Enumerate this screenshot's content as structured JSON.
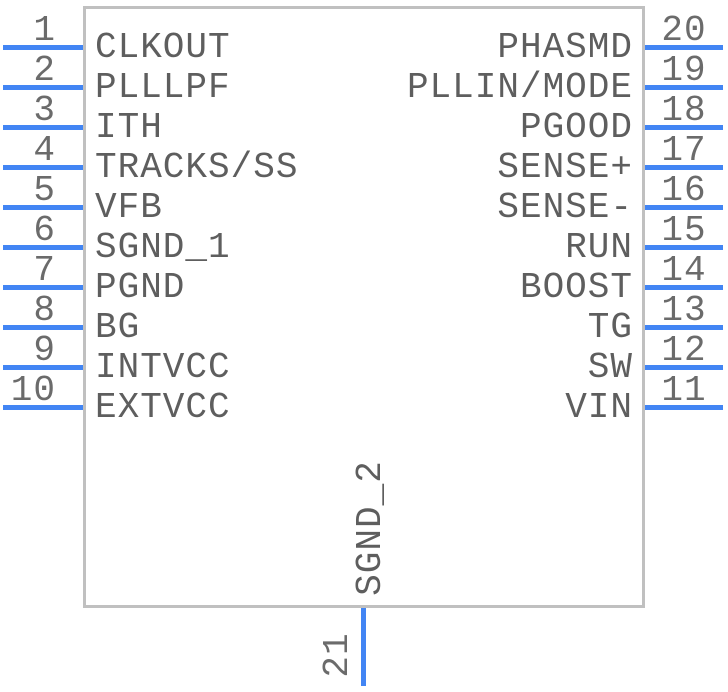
{
  "diagram": {
    "kind": "ic-symbol-pinout",
    "pin_count_total": 21
  },
  "pins": {
    "left": [
      {
        "number": "1",
        "name": "CLKOUT"
      },
      {
        "number": "2",
        "name": "PLLLPF"
      },
      {
        "number": "3",
        "name": "ITH"
      },
      {
        "number": "4",
        "name": "TRACKS/SS"
      },
      {
        "number": "5",
        "name": "VFB"
      },
      {
        "number": "6",
        "name": "SGND_1"
      },
      {
        "number": "7",
        "name": "PGND"
      },
      {
        "number": "8",
        "name": "BG"
      },
      {
        "number": "9",
        "name": "INTVCC"
      },
      {
        "number": "10",
        "name": "EXTVCC"
      }
    ],
    "right": [
      {
        "number": "20",
        "name": "PHASMD"
      },
      {
        "number": "19",
        "name": "PLLIN/MODE"
      },
      {
        "number": "18",
        "name": "PGOOD"
      },
      {
        "number": "17",
        "name": "SENSE+"
      },
      {
        "number": "16",
        "name": "SENSE-"
      },
      {
        "number": "15",
        "name": "RUN"
      },
      {
        "number": "14",
        "name": "BOOST"
      },
      {
        "number": "13",
        "name": "TG"
      },
      {
        "number": "12",
        "name": "SW"
      },
      {
        "number": "11",
        "name": "VIN"
      }
    ],
    "bottom": [
      {
        "number": "21",
        "name": "SGND_2"
      }
    ]
  },
  "colors": {
    "pin_line": "#4285f4",
    "body_border": "#c0c0c0",
    "pin_number_text": "#6b6b6b",
    "pin_name_text": "#5e5e5e",
    "background": "#ffffff"
  }
}
